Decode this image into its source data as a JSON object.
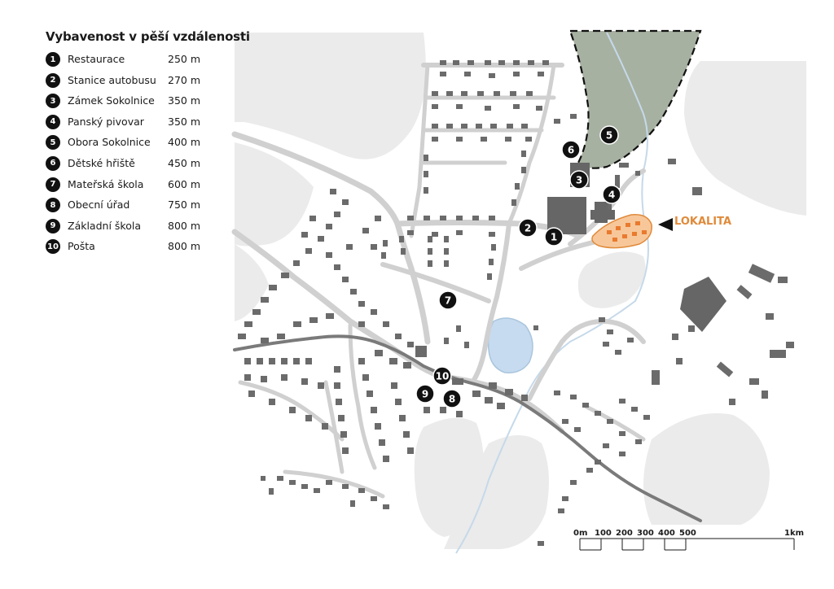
{
  "legend": {
    "title": "Vybavenost v pěší vzdálenosti",
    "items": [
      {
        "num": "1",
        "name": "Restaurace",
        "distance": "250 m"
      },
      {
        "num": "2",
        "name": "Stanice autobusu",
        "distance": "270 m"
      },
      {
        "num": "3",
        "name": "Zámek Sokolnice",
        "distance": "350 m"
      },
      {
        "num": "4",
        "name": "Panský pivovar",
        "distance": "350 m"
      },
      {
        "num": "5",
        "name": "Obora Sokolnice",
        "distance": "400 m"
      },
      {
        "num": "6",
        "name": "Dětské hřiště",
        "distance": "450 m"
      },
      {
        "num": "7",
        "name": "Mateřská škola",
        "distance": "600 m"
      },
      {
        "num": "8",
        "name": "Obecní úřad",
        "distance": "750 m"
      },
      {
        "num": "9",
        "name": "Základní škola",
        "distance": "800 m"
      },
      {
        "num": "10",
        "name": "Pošta",
        "distance": "800 m"
      }
    ]
  },
  "map": {
    "lokalita_label": "LOKALITA",
    "markers": [
      "1",
      "2",
      "3",
      "4",
      "5",
      "6",
      "7",
      "8",
      "9",
      "10"
    ],
    "scale_labels": [
      "0m",
      "100",
      "200",
      "300",
      "400",
      "500",
      "1km"
    ]
  },
  "colors": {
    "accent": "#e08a3a",
    "marker": "#111111",
    "road": "#d2d2d2",
    "building": "#6a6a6a",
    "field": "#ececec",
    "forest": "#a6b0a0",
    "water": "#c7dcef"
  }
}
